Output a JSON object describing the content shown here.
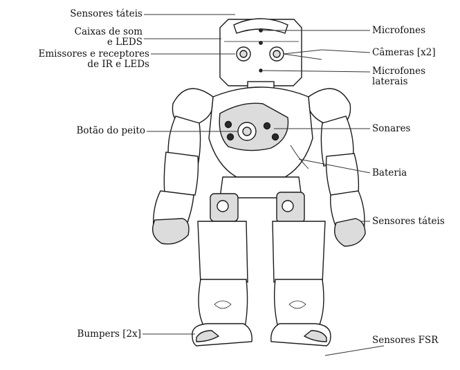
{
  "labels_left": [
    {
      "id": "sensores-tateis-head",
      "lines": [
        "Sensores táteis"
      ]
    },
    {
      "id": "caixas-de-som",
      "lines": [
        "Caixas de som",
        "e LEDS"
      ]
    },
    {
      "id": "emissores-ir",
      "lines": [
        "Emissores e receptores",
        "de IR e LEDs"
      ]
    },
    {
      "id": "botao-peito",
      "lines": [
        "Botão do peito"
      ]
    },
    {
      "id": "bumpers",
      "lines": [
        "Bumpers [2x]"
      ]
    }
  ],
  "labels_right": [
    {
      "id": "microfones",
      "lines": [
        "Microfones"
      ]
    },
    {
      "id": "cameras",
      "lines": [
        "Câmeras [x2]"
      ]
    },
    {
      "id": "microfones-laterais",
      "lines": [
        "Microfones",
        "laterais"
      ]
    },
    {
      "id": "sonares",
      "lines": [
        "Sonares"
      ]
    },
    {
      "id": "bateria",
      "lines": [
        "Bateria"
      ]
    },
    {
      "id": "sensores-tateis-hand",
      "lines": [
        "Sensores táteis"
      ]
    },
    {
      "id": "sensores-fsr",
      "lines": [
        "Sensores FSR"
      ]
    }
  ]
}
